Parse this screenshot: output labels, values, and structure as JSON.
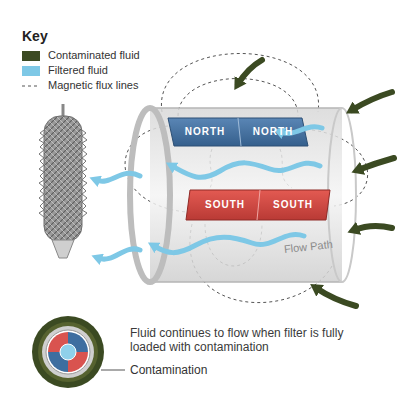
{
  "diagram": {
    "labels": [
      "Key",
      "NORTH",
      "NORTH",
      "SOUTH",
      "SOUTH",
      "Flow Path",
      "Fluid continues to flow when filter is fully loaded with contamination",
      "Contamination"
    ],
    "legend": [
      {
        "text": "Contaminated fluid",
        "color": "#3b4a22"
      },
      {
        "text": "Filtered fluid",
        "color": "#7ec8e6"
      },
      {
        "text": "Magnetic flux lines"
      }
    ]
  }
}
